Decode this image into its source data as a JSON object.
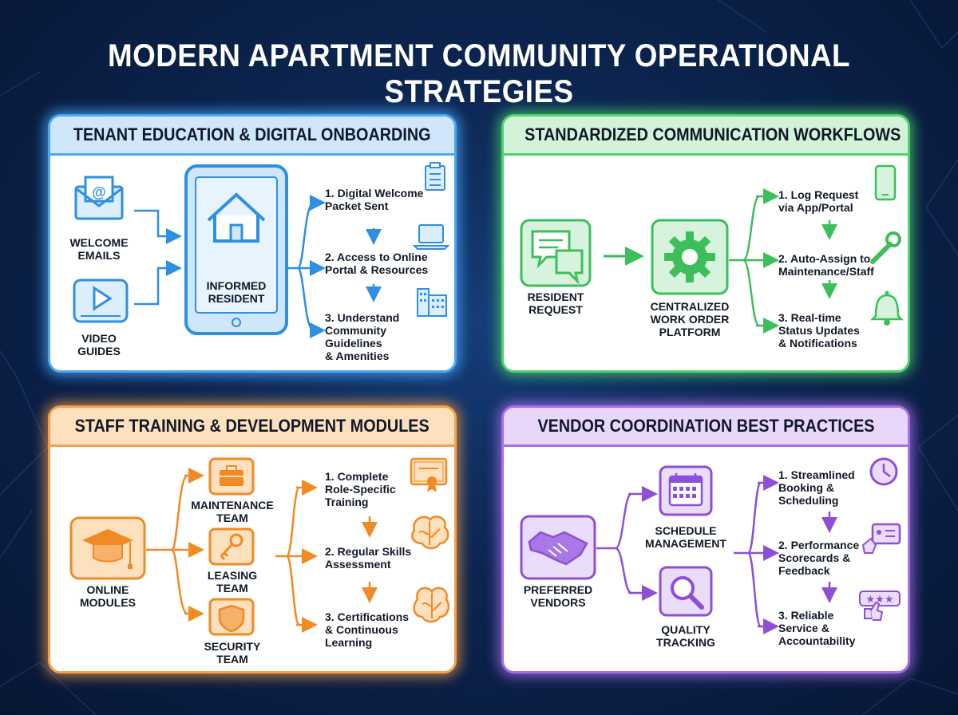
{
  "title": "MODERN APARTMENT COMMUNITY OPERATIONAL STRATEGIES",
  "panels": {
    "tenant": {
      "heading": "TENANT EDUCATION & DIGITAL ONBOARDING",
      "color": "#2f8fe0",
      "inputs": [
        "WELCOME\nEMAILS",
        "VIDEO\nGUIDES"
      ],
      "center": "INFORMED\nRESIDENT",
      "steps": [
        "1. Digital Welcome\n    Packet Sent",
        "2. Access to Online\n    Portal & Resources",
        "3. Understand\n    Community\n    Guidelines\n    & Amenities"
      ],
      "icons": [
        "email-icon",
        "video-icon",
        "tablet-home-icon",
        "checklist-icon",
        "laptop-icon",
        "building-icon"
      ]
    },
    "communication": {
      "heading": "STANDARDIZED COMMUNICATION WORKFLOWS",
      "color": "#3cbf5a",
      "input": "RESIDENT\nREQUEST",
      "center": "CENTRALIZED\nWORK ORDER\nPLATFORM",
      "steps": [
        "1. Log Request\n    via App/Portal",
        "2. Auto-Assign to\n    Maintenance/Staff",
        "3. Real-time\n    Status Updates\n    & Notifications"
      ],
      "icons": [
        "chat-bubbles-icon",
        "gear-icon",
        "phone-icon",
        "wrench-icon",
        "bell-icon"
      ]
    },
    "training": {
      "heading": "STAFF TRAINING & DEVELOPMENT MODULES",
      "color": "#f08a24",
      "input": "ONLINE\nMODULES",
      "teams": [
        "MAINTENANCE\nTEAM",
        "LEASING\nTEAM",
        "SECURITY\nTEAM"
      ],
      "steps": [
        "1. Complete\n    Role-Specific\n    Training",
        "2. Regular Skills\n    Assessment",
        "3. Certifications\n    & Continuous\n    Learning"
      ],
      "icons": [
        "graduation-cap-icon",
        "toolbox-icon",
        "key-icon",
        "shield-icon",
        "certificate-icon",
        "brain-icon",
        "brain-icon"
      ]
    },
    "vendor": {
      "heading": "VENDOR COORDINATION BEST PRACTICES",
      "color": "#8e4fd6",
      "input": "PREFERRED\nVENDORS",
      "middles": [
        "SCHEDULE\nMANAGEMENT",
        "QUALITY\nTRACKING"
      ],
      "steps": [
        "1. Streamlined\n    Booking &\n    Scheduling",
        "2. Performance\n    Scorecards &\n    Feedback",
        "3. Reliable\n    Service &\n    Accountability"
      ],
      "icons": [
        "handshake-icon",
        "calendar-icon",
        "magnifier-icon",
        "clock-icon",
        "scorecard-icon",
        "rating-icon"
      ]
    }
  }
}
